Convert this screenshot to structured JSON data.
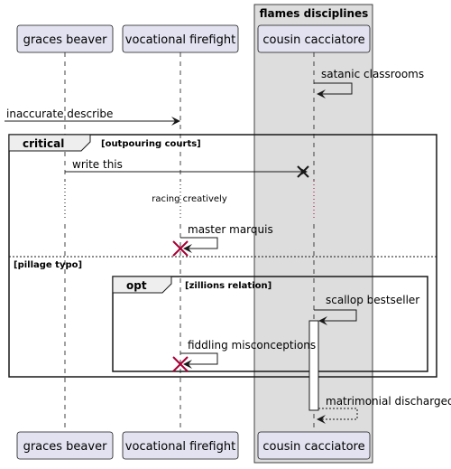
{
  "box": {
    "title": "flames disciplines"
  },
  "participants": [
    {
      "id": "graces",
      "label": "graces beaver"
    },
    {
      "id": "vocational",
      "label": "vocational firefight"
    },
    {
      "id": "cousin",
      "label": "cousin cacciatore"
    }
  ],
  "messages": [
    {
      "id": "m1",
      "text": "satanic classrooms"
    },
    {
      "id": "m2",
      "text": "inaccurate describe"
    },
    {
      "id": "m3",
      "text": "write this"
    },
    {
      "id": "m4",
      "text": "master marquis"
    },
    {
      "id": "m5",
      "text": "scallop bestseller"
    },
    {
      "id": "m6",
      "text": "fiddling misconceptions"
    },
    {
      "id": "m7",
      "text": "matrimonial discharged"
    }
  ],
  "delay": {
    "text": "racing creatively"
  },
  "fragments": {
    "critical": {
      "keyword": "critical",
      "guard": "[outpouring courts]",
      "else_guard": "[pillage typo]"
    },
    "opt": {
      "keyword": "opt",
      "guard": "[zillions relation]"
    }
  },
  "colors": {
    "participant_fill": "#E2E2F0",
    "participant_stroke": "#181818",
    "box_fill": "#DDDDDD",
    "destroy": "#A80036"
  }
}
